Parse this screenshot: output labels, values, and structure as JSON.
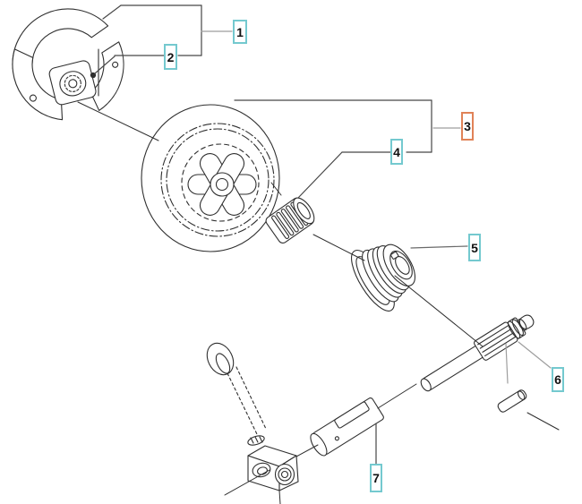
{
  "page": {
    "background": "#ffffff"
  },
  "diagram": {
    "type": "exploded-parts-diagram",
    "colors": {
      "teal": "#74c9cf",
      "orange": "#e08257",
      "line": "#2f2f2f",
      "leader": "#474747",
      "leader_gray": "#9e9e9e",
      "label_text": "#101010",
      "label_bg": "#ffffff"
    },
    "callouts": [
      {
        "number": "1",
        "accent": "teal"
      },
      {
        "number": "2",
        "accent": "teal"
      },
      {
        "number": "3",
        "accent": "orange"
      },
      {
        "number": "4",
        "accent": "teal"
      },
      {
        "number": "5",
        "accent": "teal"
      },
      {
        "number": "6",
        "accent": "teal"
      },
      {
        "number": "7",
        "accent": "teal"
      }
    ],
    "icons": [
      "clutch-assembly-drawing",
      "clutch-hub-point",
      "clutch-drum-sprocket-drawing",
      "needle-bearing-drawing",
      "worm-gear-drawing",
      "splined-shaft-drawing",
      "pin-drawing",
      "plunger-cylinder-drawing",
      "pump-body-drawing",
      "pump-lever-drawing"
    ]
  }
}
